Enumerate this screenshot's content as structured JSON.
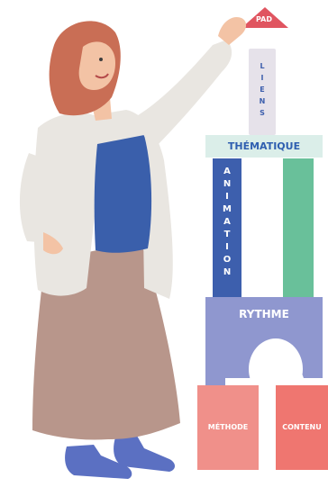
{
  "blocks": {
    "pad": "PAD",
    "liens": "LIENS",
    "thematique": "THÉMATIQUE",
    "animation": "ANIMATION",
    "rythme": "RYTHME",
    "methode": "MÉTHODE",
    "contenu": "CONTENU"
  },
  "colors": {
    "pad": "#e05560",
    "liens": "#e6e2ea",
    "thematique_bar": "#dbeee9",
    "thematique_text": "#2f5fb0",
    "animation": "#3d5fad",
    "green_pillar": "#69c09a",
    "rythme": "#8f97cf",
    "methode": "#f0908a",
    "contenu": "#ef7670",
    "cardigan": "#e9e6e1",
    "top": "#3a5fab",
    "skirt": "#b8968b",
    "hair": "#c96e55",
    "skin": "#f3c3a5",
    "shoes": "#5b70c2"
  }
}
